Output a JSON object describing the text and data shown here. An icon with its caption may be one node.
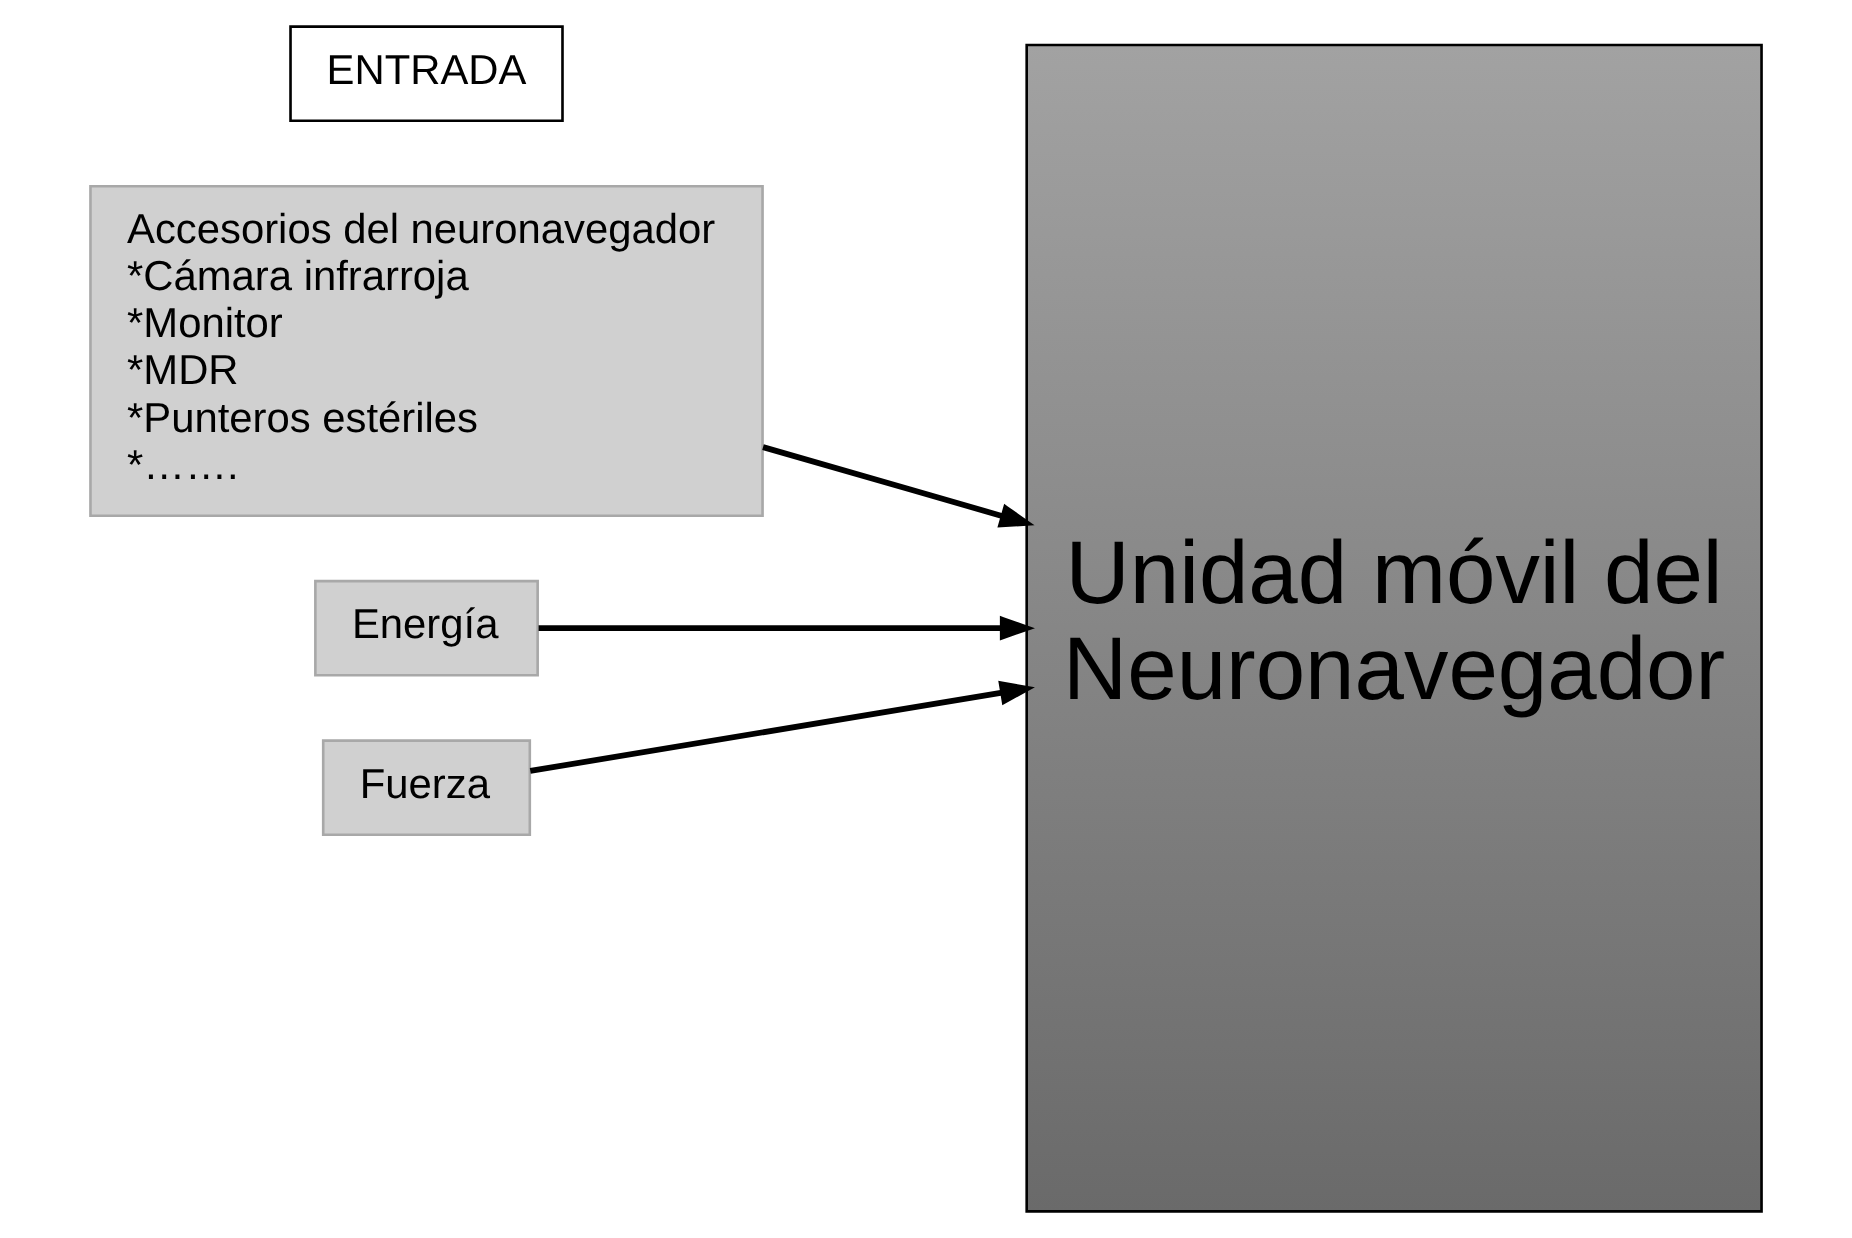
{
  "diagram": {
    "nodes": [
      {
        "text": [
          "ENTRADA"
        ]
      },
      {
        "text": [
          "Accesorios del neuronavegador",
          "*Cámara infrarroja",
          "*Monitor",
          "*MDR",
          "*Punteros estériles",
          "*……."
        ]
      },
      {
        "text": [
          "Energía"
        ]
      },
      {
        "text": [
          "Fuerza"
        ]
      },
      {
        "text": [
          "Unidad móvil del Neuronavegador"
        ]
      }
    ],
    "edges": [
      {
        "from": 1,
        "to": 4,
        "arrow": "to"
      },
      {
        "from": 2,
        "to": 4,
        "arrow": "to"
      },
      {
        "from": 3,
        "to": 4,
        "arrow": "to"
      }
    ]
  }
}
